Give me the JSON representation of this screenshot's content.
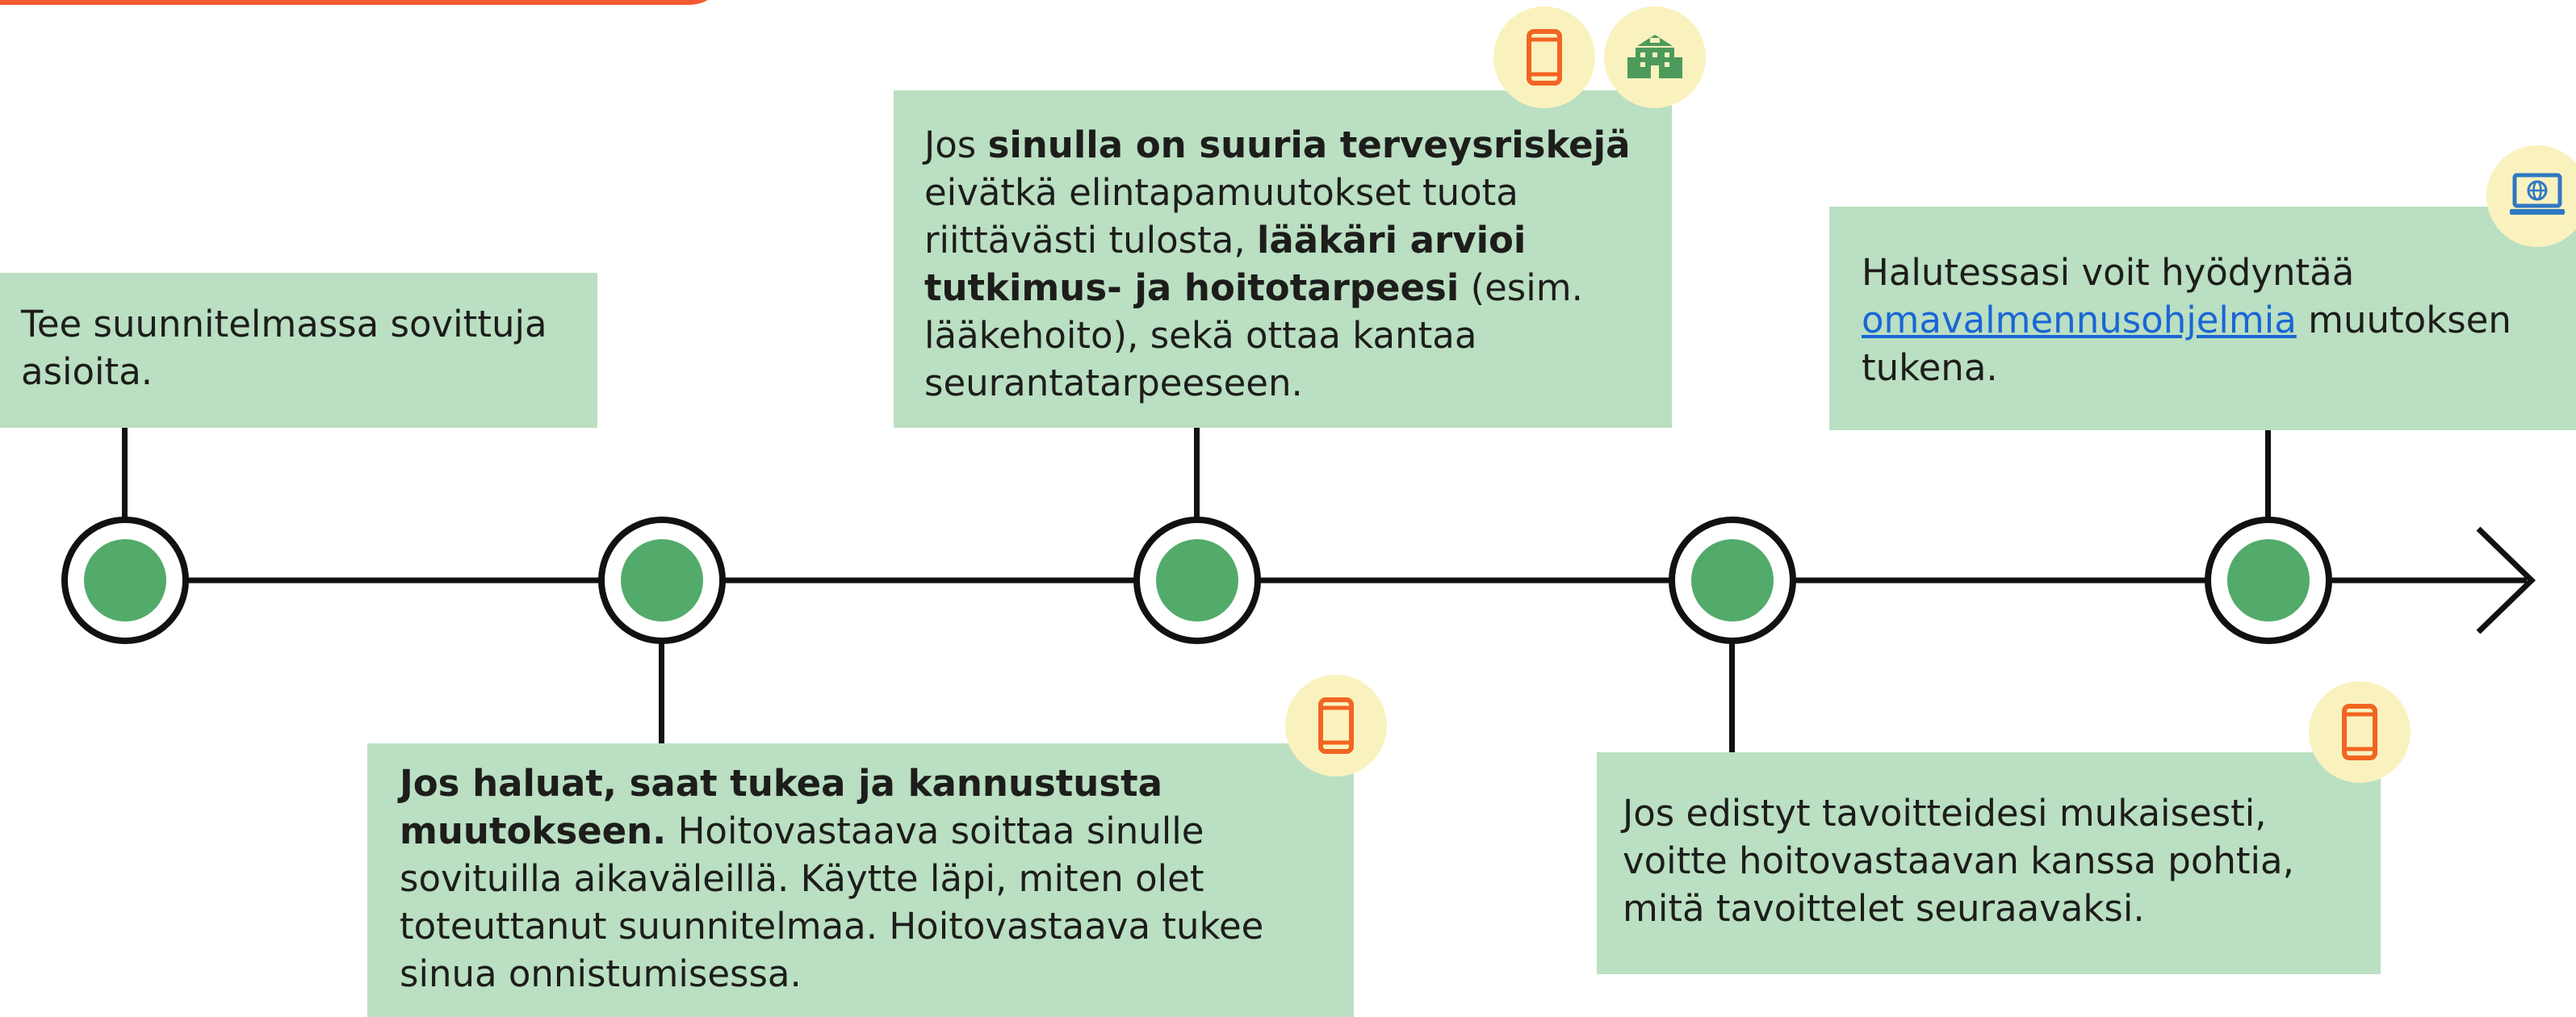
{
  "steps": [
    {
      "id": "step-1",
      "position": "above",
      "segments": [
        {
          "t": "Tee suunnitelmassa sovittuja asioita.",
          "bold": false
        }
      ],
      "icons": []
    },
    {
      "id": "step-2",
      "position": "below",
      "segments": [
        {
          "t": "Jos haluat, saat tukea ja kannustusta muutokseen.",
          "bold": true
        },
        {
          "t": " Hoitovastaava soittaa sinulle sovituilla aikaväleillä. Käytte läpi, miten olet toteuttanut suunnitelmaa. Hoitovastaava tukee sinua onnistumisessa.",
          "bold": false
        }
      ],
      "icons": [
        "phone-icon"
      ]
    },
    {
      "id": "step-3",
      "position": "above",
      "segments": [
        {
          "t": "Jos ",
          "bold": false
        },
        {
          "t": "sinulla on suuria terveysriskejä",
          "bold": true
        },
        {
          "t": " eivätkä elintapamuutokset tuota riittävästi tulosta, ",
          "bold": false
        },
        {
          "t": "lääkäri arvioi tutkimus- ja hoitotarpeesi",
          "bold": true
        },
        {
          "t": " (esim. lääkehoito), sekä ottaa kantaa seurantatarpeeseen.",
          "bold": false
        }
      ],
      "icons": [
        "phone-icon",
        "hospital-icon"
      ]
    },
    {
      "id": "step-4",
      "position": "below",
      "segments": [
        {
          "t": "Jos edistyt tavoitteidesi mukaisesti, voitte hoitovastaavan kanssa pohtia, mitä tavoittelet seuraavaksi.",
          "bold": false
        }
      ],
      "icons": [
        "phone-icon"
      ]
    },
    {
      "id": "step-5",
      "position": "above",
      "segments": [
        {
          "t": "Halutessasi voit hyödyntää ",
          "bold": false
        },
        {
          "t": "omavalmennusohjelmia",
          "link": true
        },
        {
          "t": " muutoksen tukena.",
          "bold": false
        }
      ],
      "icons": [
        "laptop-icon"
      ]
    }
  ],
  "colors": {
    "box_fill": "#badfc2",
    "node_fill": "#52ab6a",
    "line": "#111111",
    "badge_fill": "#faf2be",
    "phone_icon": "#f26522",
    "hospital_icon": "#4e9a5c",
    "laptop_icon": "#2f78c4",
    "link": "#1a66d6",
    "top_bar": "#f4592f"
  }
}
